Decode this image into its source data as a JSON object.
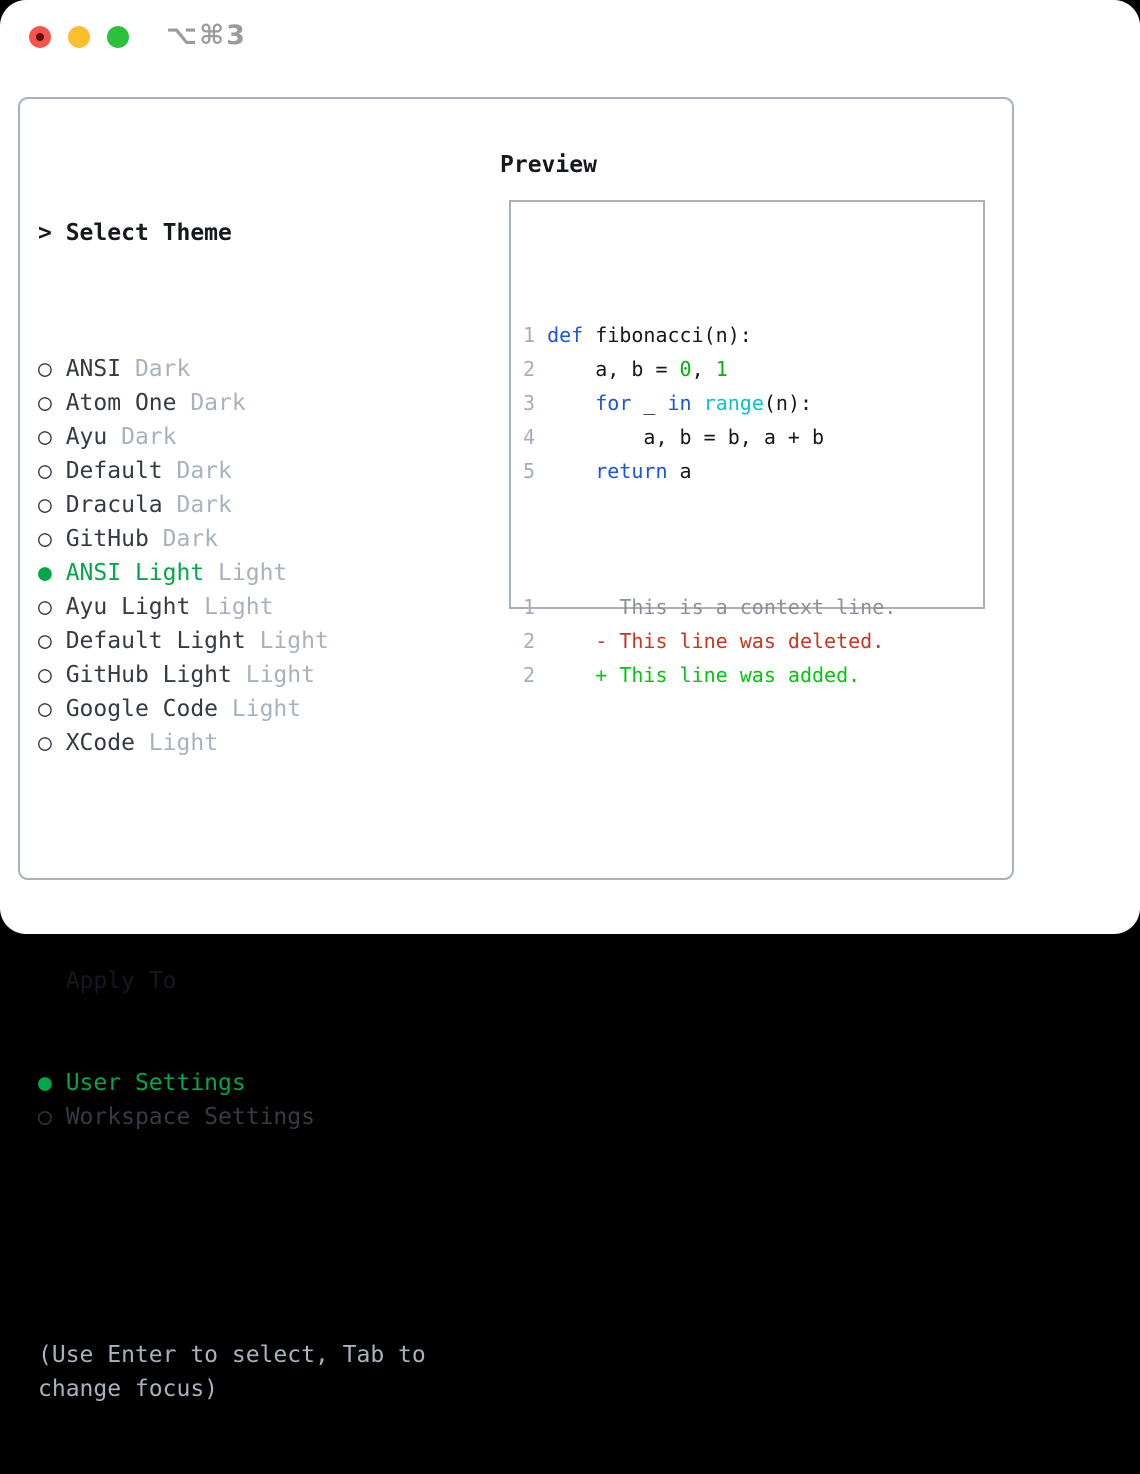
{
  "colors": {
    "accent_green": "#04a64a",
    "keyword_blue": "#1b55db",
    "builtin_cyan": "#0bc2cb",
    "number_green": "#00b30b",
    "added_green": "#06c411",
    "deleted_red": "#c3381f",
    "context_gray": "#8a9096",
    "linenum_gray": "#a4aebb",
    "tag_gray": "#a8b2bf",
    "help_gray": "#a8b2bf",
    "text_dark": "#343b44",
    "code_black": "#15181d",
    "header_black": "#15181d",
    "border_gray": "#a9b0bb",
    "titlebar_gray": "#9b9b9b",
    "traffic_red": "#f6544c",
    "traffic_red_dot": "#600b05",
    "traffic_yellow": "#fcbd2e",
    "traffic_green": "#2cc03c"
  },
  "titlebar": {
    "shortcut": "⌥⌘3",
    "traffic_lights": [
      {
        "name": "close",
        "color_key": "traffic_red",
        "has_dot": true
      },
      {
        "name": "minimize",
        "color_key": "traffic_yellow",
        "has_dot": false
      },
      {
        "name": "zoom",
        "color_key": "traffic_green",
        "has_dot": false
      }
    ]
  },
  "theme_panel": {
    "header_marker": "> ",
    "header": "Select Theme",
    "items": [
      {
        "marker": "○ ",
        "name": "ANSI",
        "tag": " Dark",
        "selected": false
      },
      {
        "marker": "○ ",
        "name": "Atom One",
        "tag": " Dark",
        "selected": false
      },
      {
        "marker": "○ ",
        "name": "Ayu",
        "tag": " Dark",
        "selected": false
      },
      {
        "marker": "○ ",
        "name": "Default",
        "tag": " Dark",
        "selected": false
      },
      {
        "marker": "○ ",
        "name": "Dracula",
        "tag": " Dark",
        "selected": false
      },
      {
        "marker": "○ ",
        "name": "GitHub",
        "tag": " Dark",
        "selected": false
      },
      {
        "marker": "● ",
        "name": "ANSI Light",
        "tag": " Light",
        "selected": true
      },
      {
        "marker": "○ ",
        "name": "Ayu Light",
        "tag": " Light",
        "selected": false
      },
      {
        "marker": "○ ",
        "name": "Default Light",
        "tag": " Light",
        "selected": false
      },
      {
        "marker": "○ ",
        "name": "GitHub Light",
        "tag": " Light",
        "selected": false
      },
      {
        "marker": "○ ",
        "name": "Google Code",
        "tag": " Light",
        "selected": false
      },
      {
        "marker": "○ ",
        "name": "XCode",
        "tag": " Light",
        "selected": false
      }
    ]
  },
  "apply_panel": {
    "header_indent": "  ",
    "header": "Apply To",
    "options": [
      {
        "marker": "● ",
        "label": "User Settings",
        "selected": true
      },
      {
        "marker": "○ ",
        "label": "Workspace Settings",
        "selected": false
      }
    ]
  },
  "help_lines": [
    "(Use Enter to select, Tab to",
    "change focus)"
  ],
  "preview_panel": {
    "header": "Preview",
    "code_lines": [
      {
        "num": "1",
        "tokens": [
          {
            "c": "kw",
            "t": "def"
          },
          {
            "c": "plain",
            "t": " fibonacci(n):"
          }
        ]
      },
      {
        "num": "2",
        "tokens": [
          {
            "c": "plain",
            "t": "    a, b = "
          },
          {
            "c": "num",
            "t": "0"
          },
          {
            "c": "plain",
            "t": ", "
          },
          {
            "c": "num",
            "t": "1"
          }
        ]
      },
      {
        "num": "3",
        "tokens": [
          {
            "c": "plain",
            "t": "    "
          },
          {
            "c": "kw",
            "t": "for"
          },
          {
            "c": "plain",
            "t": " _ "
          },
          {
            "c": "kw",
            "t": "in"
          },
          {
            "c": "plain",
            "t": " "
          },
          {
            "c": "builtin",
            "t": "range"
          },
          {
            "c": "plain",
            "t": "(n):"
          }
        ]
      },
      {
        "num": "4",
        "tokens": [
          {
            "c": "plain",
            "t": "        a, b = b, a + b"
          }
        ]
      },
      {
        "num": "5",
        "tokens": [
          {
            "c": "plain",
            "t": "    "
          },
          {
            "c": "kw",
            "t": "return"
          },
          {
            "c": "plain",
            "t": " a"
          }
        ]
      }
    ],
    "diff_lines": [
      {
        "num": "1",
        "kind": "context",
        "text": "      This is a context line."
      },
      {
        "num": "2",
        "kind": "deleted",
        "text": "    - This line was deleted."
      },
      {
        "num": "2",
        "kind": "added",
        "text": "    + This line was added."
      }
    ]
  }
}
